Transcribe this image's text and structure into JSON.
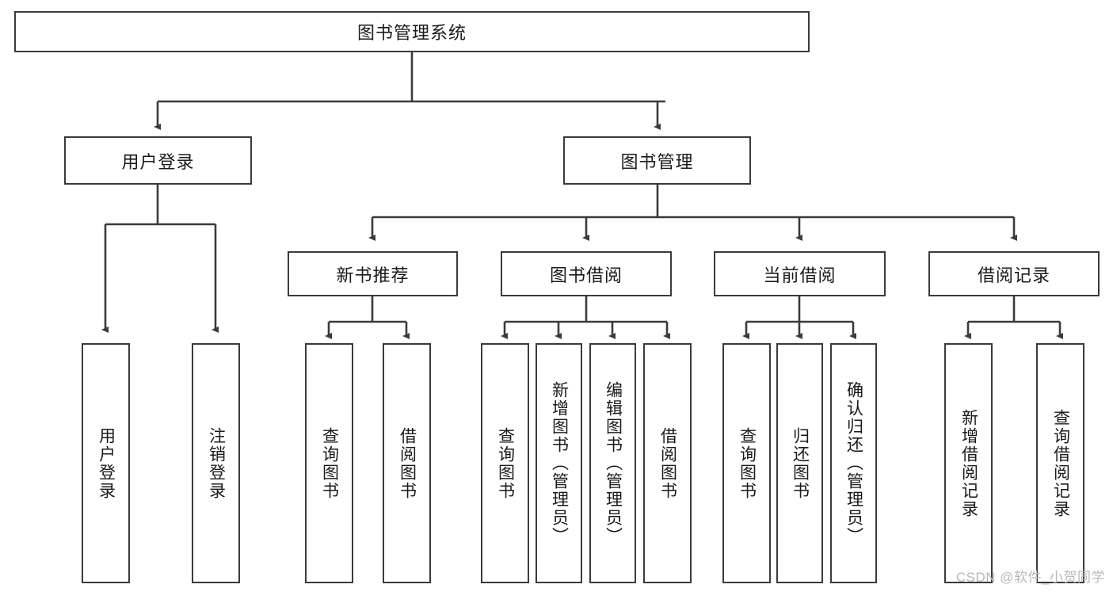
{
  "diagram": {
    "type": "tree-hierarchy",
    "title": "图书管理系统",
    "watermark": "CSDN @软件_小贺同学",
    "colors": {
      "border": "#3b3b3b",
      "text": "#1a1a1a",
      "background": "#ffffff",
      "watermark": "#b9b9b9"
    },
    "nodes": {
      "root": {
        "label": "图书管理系统"
      },
      "level1": [
        {
          "id": "user-login",
          "label": "用户登录"
        },
        {
          "id": "book-manage",
          "label": "图书管理"
        }
      ],
      "level2": [
        {
          "id": "new-book-recommend",
          "label": "新书推荐",
          "parent": "book-manage"
        },
        {
          "id": "book-borrow",
          "label": "图书借阅",
          "parent": "book-manage"
        },
        {
          "id": "current-borrow",
          "label": "当前借阅",
          "parent": "book-manage"
        },
        {
          "id": "borrow-record",
          "label": "借阅记录",
          "parent": "book-manage"
        }
      ],
      "leaves": [
        {
          "id": "leaf-user-login",
          "label": "用户登录",
          "parent": "user-login"
        },
        {
          "id": "leaf-user-logout",
          "label": "注销登录",
          "parent": "user-login"
        },
        {
          "id": "leaf-query-book-1",
          "label": "查询图书",
          "parent": "new-book-recommend"
        },
        {
          "id": "leaf-borrow-book-1",
          "label": "借阅图书",
          "parent": "new-book-recommend"
        },
        {
          "id": "leaf-query-book-2",
          "label": "查询图书",
          "parent": "book-borrow"
        },
        {
          "id": "leaf-add-book",
          "label": "新增图书（管理员）",
          "parent": "book-borrow"
        },
        {
          "id": "leaf-edit-book",
          "label": "编辑图书（管理员）",
          "parent": "book-borrow"
        },
        {
          "id": "leaf-borrow-book-2",
          "label": "借阅图书",
          "parent": "book-borrow"
        },
        {
          "id": "leaf-query-book-3",
          "label": "查询图书",
          "parent": "current-borrow"
        },
        {
          "id": "leaf-return-book",
          "label": "归还图书",
          "parent": "current-borrow"
        },
        {
          "id": "leaf-confirm-return",
          "label": "确认归还（管理员）",
          "parent": "current-borrow"
        },
        {
          "id": "leaf-add-record",
          "label": "新增借阅记录",
          "parent": "borrow-record"
        },
        {
          "id": "leaf-query-record",
          "label": "查询借阅记录",
          "parent": "borrow-record"
        }
      ]
    }
  }
}
